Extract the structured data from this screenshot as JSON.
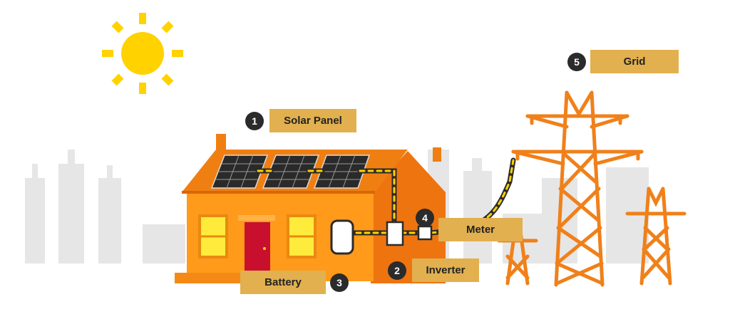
{
  "colors": {
    "sun": "#ffd200",
    "roof": "#f07f12",
    "house_front": "#ff9a1a",
    "house_side": "#ee7410",
    "pylon": "#f0801a",
    "label_bg": "#e2b04f",
    "badge_bg": "#2b2b2b",
    "background_city": "#e6e6e6"
  },
  "components": [
    {
      "number": "1",
      "label": "Solar Panel"
    },
    {
      "number": "2",
      "label": "Inverter"
    },
    {
      "number": "3",
      "label": "Battery"
    },
    {
      "number": "4",
      "label": "Meter"
    },
    {
      "number": "5",
      "label": "Grid"
    }
  ]
}
